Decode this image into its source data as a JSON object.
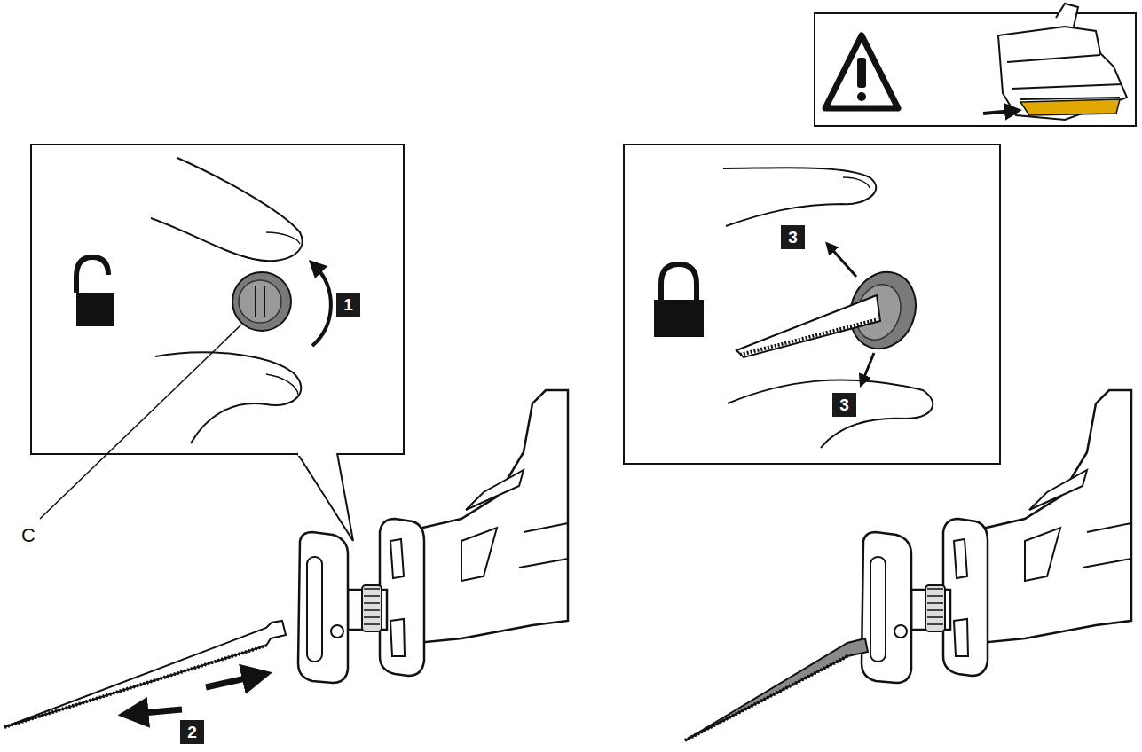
{
  "diagram": {
    "labels": [
      "C",
      "1",
      "2",
      "3",
      "3"
    ]
  }
}
